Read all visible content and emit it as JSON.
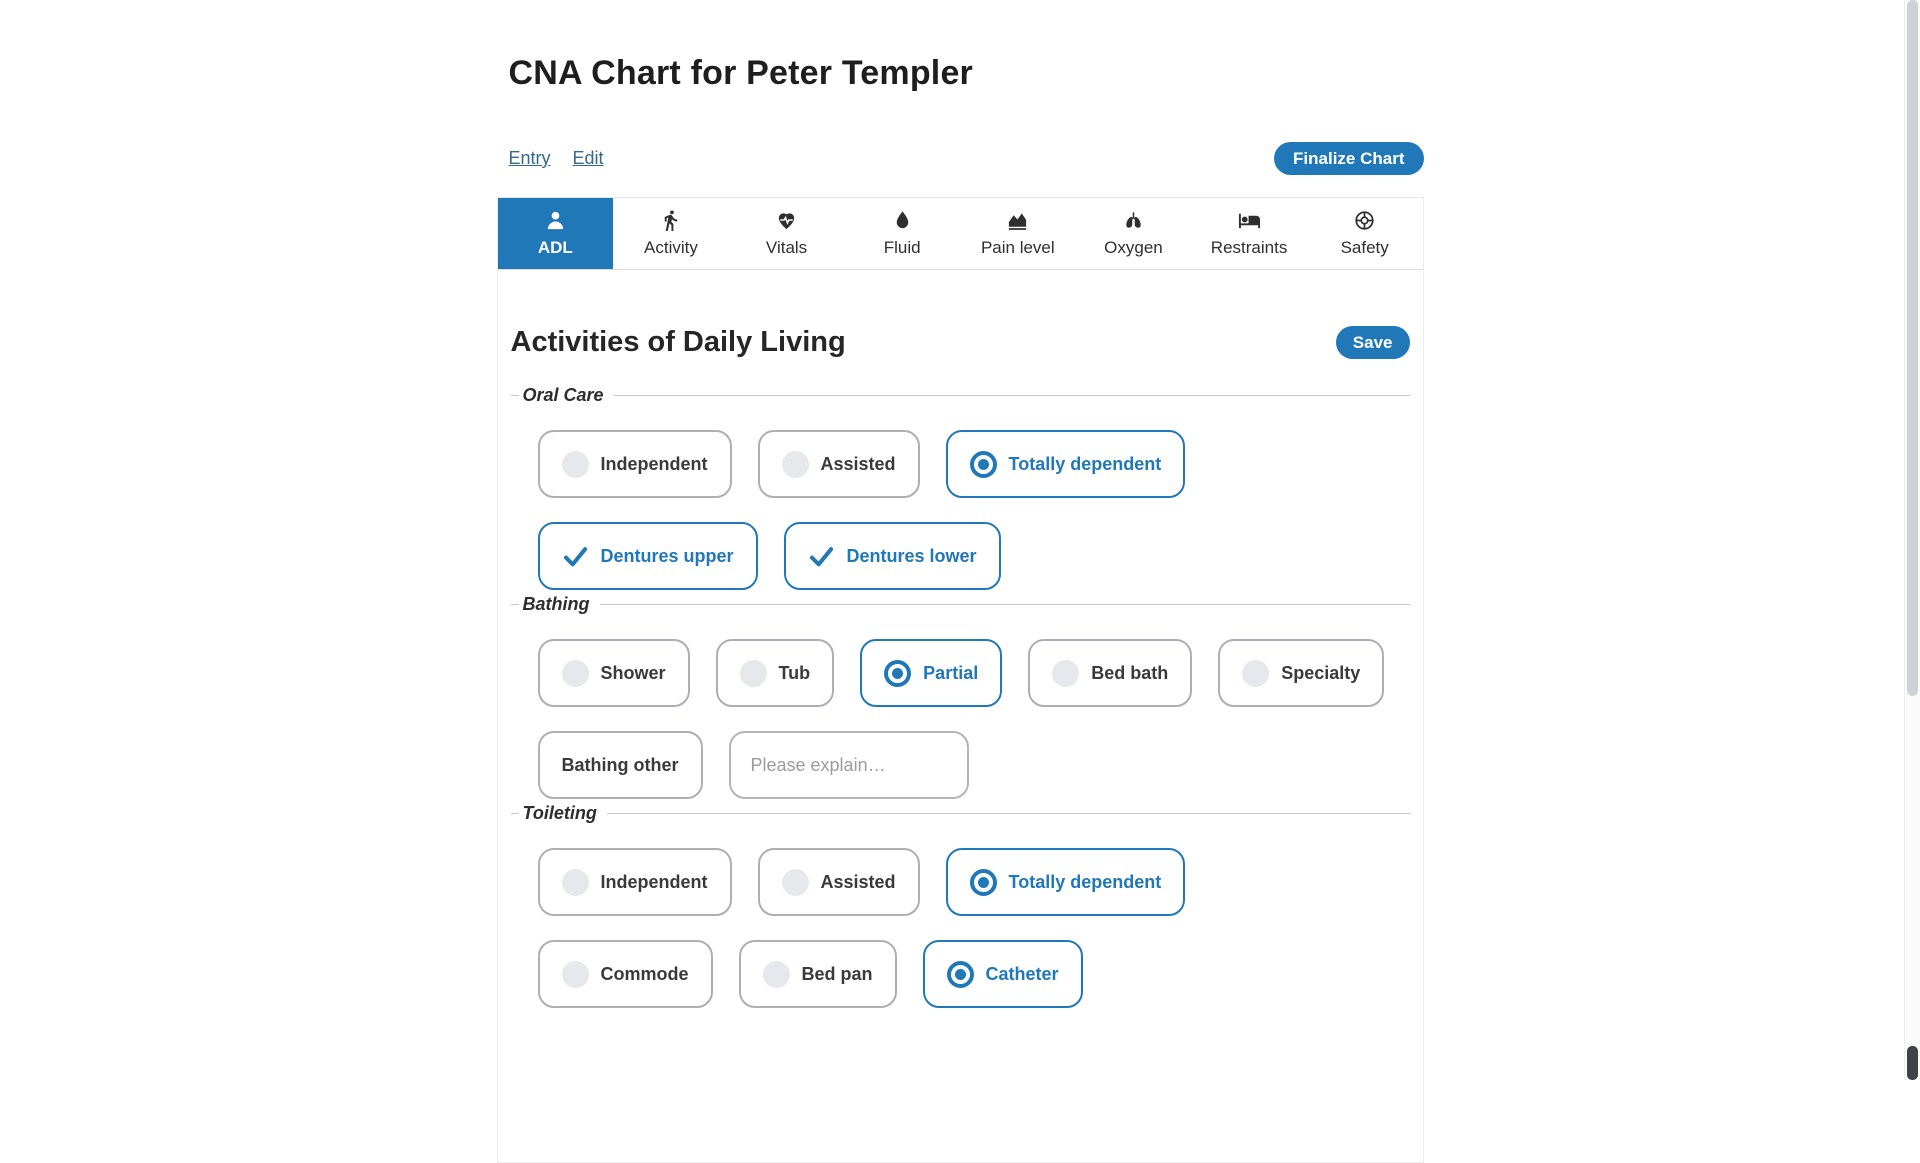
{
  "page": {
    "title": "CNA Chart for Peter Templer"
  },
  "toolbar": {
    "entry_link": "Entry",
    "edit_link": "Edit",
    "finalize_button": "Finalize Chart"
  },
  "tabs": [
    {
      "label": "ADL",
      "icon": "person-icon",
      "active": true
    },
    {
      "label": "Activity",
      "icon": "walking-icon",
      "active": false
    },
    {
      "label": "Vitals",
      "icon": "heart-pulse-icon",
      "active": false
    },
    {
      "label": "Fluid",
      "icon": "droplet-icon",
      "active": false
    },
    {
      "label": "Pain level",
      "icon": "area-chart-icon",
      "active": false
    },
    {
      "label": "Oxygen",
      "icon": "lungs-icon",
      "active": false
    },
    {
      "label": "Restraints",
      "icon": "bed-icon",
      "active": false
    },
    {
      "label": "Safety",
      "icon": "life-ring-icon",
      "active": false
    }
  ],
  "panel": {
    "heading": "Activities of Daily Living",
    "save_button": "Save"
  },
  "sections": {
    "oral_care": {
      "legend": "Oral Care",
      "options": {
        "independent": "Independent",
        "assisted": "Assisted",
        "totally_dependent": "Totally dependent",
        "dentures_upper": "Dentures upper",
        "dentures_lower": "Dentures lower"
      },
      "selected": "Totally dependent",
      "checked": [
        "Dentures upper",
        "Dentures lower"
      ]
    },
    "bathing": {
      "legend": "Bathing",
      "options": {
        "shower": "Shower",
        "tub": "Tub",
        "partial": "Partial",
        "bed_bath": "Bed bath",
        "specialty": "Specialty",
        "other": "Bathing other"
      },
      "selected": "Partial",
      "explain_placeholder": "Please explain…"
    },
    "toileting": {
      "legend": "Toileting",
      "options": {
        "independent": "Independent",
        "assisted": "Assisted",
        "totally_dependent": "Totally dependent",
        "commode": "Commode",
        "bed_pan": "Bed pan",
        "catheter": "Catheter"
      },
      "selected": [
        "Totally dependent",
        "Catheter"
      ]
    }
  },
  "colors": {
    "accent": "#2078b8",
    "chip_border": "#aeaeb4",
    "radio_fill": "#e6e8ec",
    "text_dark": "#3a3a3a"
  }
}
